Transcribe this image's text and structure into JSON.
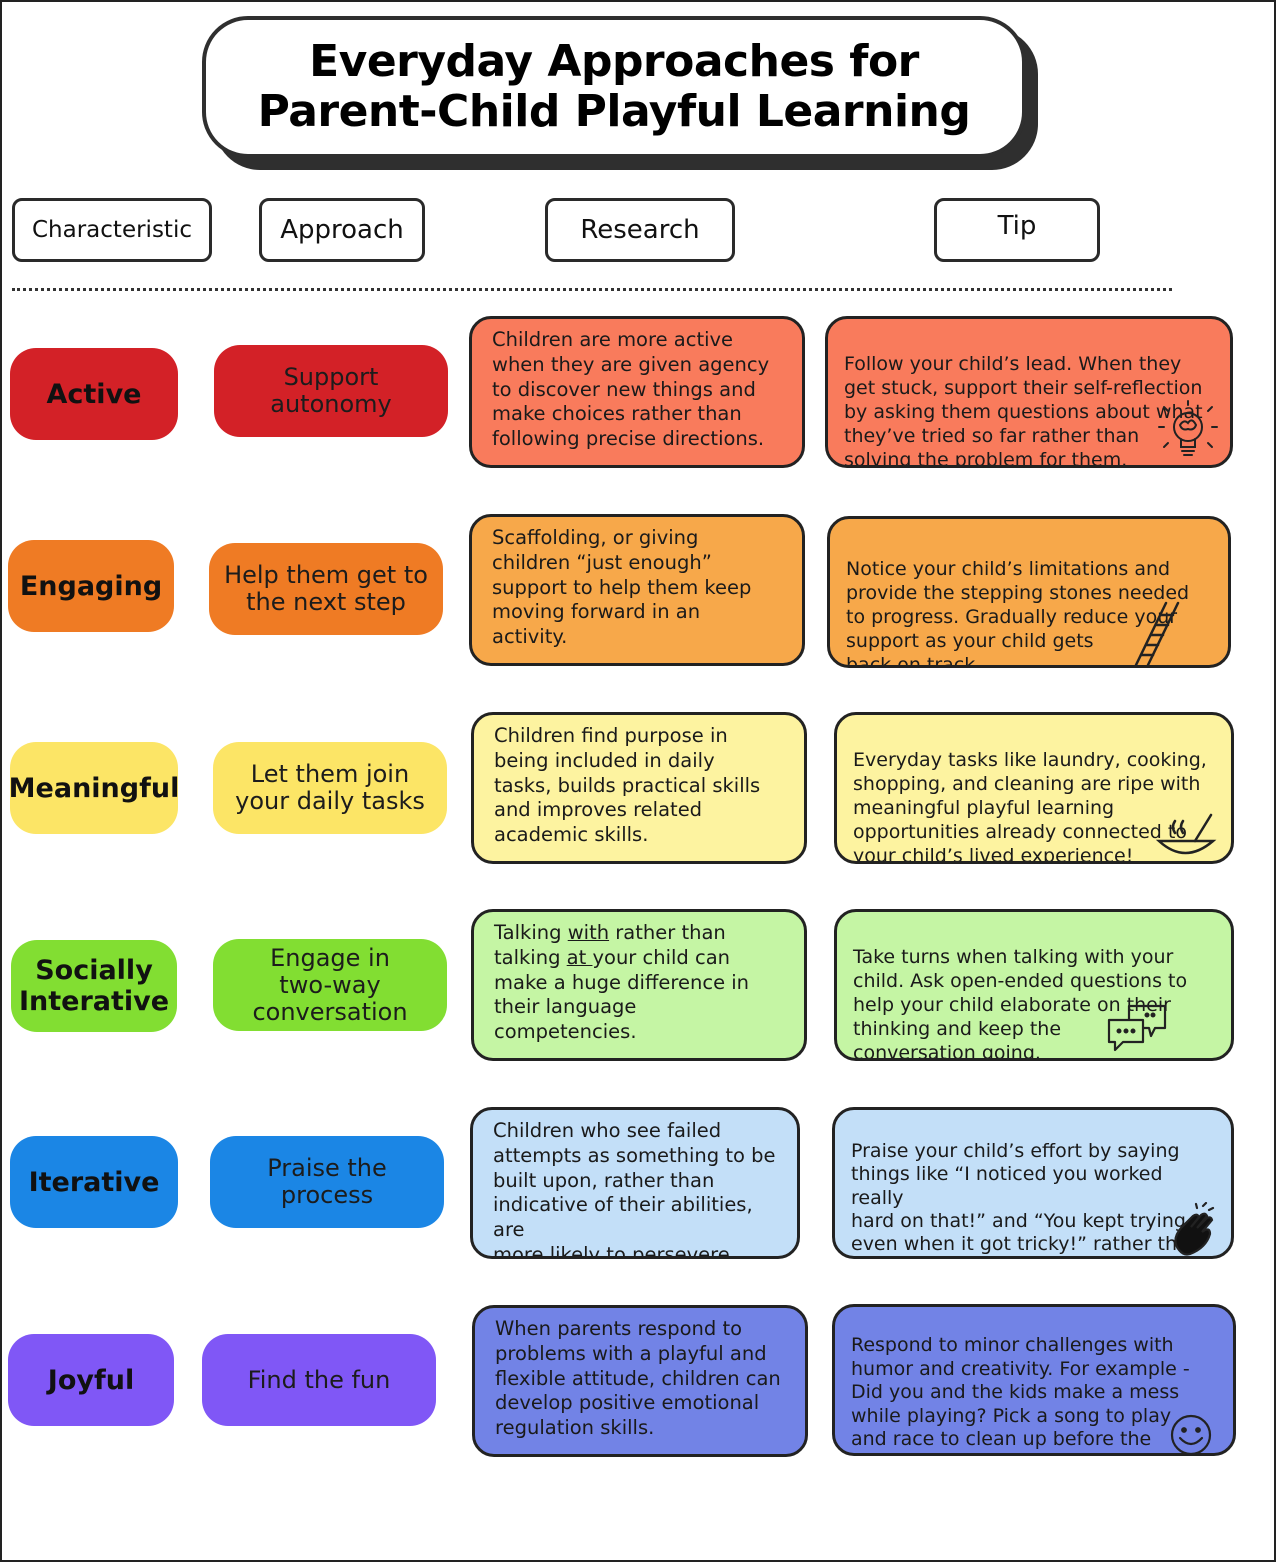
{
  "title": {
    "line1": "Everyday Approaches for",
    "line2": "Parent-Child Playful Learning"
  },
  "headers": {
    "characteristic": "Characteristic",
    "approach": "Approach",
    "research": "Research",
    "tip": "Tip"
  },
  "colors": {
    "active": "#d32127",
    "engaging": "#ef7b24",
    "meaningful": "#fce566",
    "socially_interactive": "#82de32",
    "iterative": "#1b86e5",
    "joyful": "#8057f6"
  },
  "rows": [
    {
      "characteristic": "Active",
      "approach": "Support\nautonomy",
      "research": "Children are more active\nwhen they are given agency\nto discover new things and\nmake choices rather than\nfollowing precise directions.",
      "tip": "Follow your child’s lead. When they\nget stuck, support their self-reflection\nby asking them questions about what\nthey’ve tried so far rather than\nsolving the problem for them.",
      "icon": "lightbulb-brain-icon"
    },
    {
      "characteristic": "Engaging",
      "approach": "Help them get to\nthe next step",
      "research": "Scaffolding, or giving\nchildren “just enough”\nsupport to help them keep\nmoving forward in an\nactivity.",
      "tip": "Notice your child’s limitations and\nprovide the stepping stones needed\nto progress. Gradually reduce your\nsupport as your child gets\nback on track.",
      "icon": "ladder-icon"
    },
    {
      "characteristic": "Meaningful",
      "approach": "Let them join\nyour daily tasks",
      "research": "Children find purpose in\nbeing included in daily\ntasks, builds practical skills\nand improves related\nacademic skills.",
      "tip": "Everyday tasks like laundry, cooking,\nshopping, and cleaning are ripe with\nmeaningful playful learning\nopportunities already connected to\nyour child’s lived experience!",
      "icon": "cooking-bowl-icon"
    },
    {
      "characteristic": "Socially\nInterative",
      "approach": "Engage in\ntwo-way\nconversation",
      "research_parts": [
        "Talking ",
        "with",
        " rather than\ntalking ",
        "at ",
        "your child can\nmake a huge difference in\ntheir language\ncompetencies."
      ],
      "tip": "Take turns when talking with your\nchild. Ask open-ended questions to\nhelp your child elaborate on their\nthinking and keep the\nconversation going.",
      "icon": "chat-bubbles-icon"
    },
    {
      "characteristic": "Iterative",
      "approach": "Praise the\nprocess",
      "research": "Children who see failed\nattempts as something to be\nbuilt upon, rather than\nindicative of their abilities, are\nmore likely to persevere.",
      "tip": "Praise your child’s effort by saying\nthings like “I noticed you worked really\nhard on that!” and “You kept trying,\neven when it got tricky!” rather than\nsaying “You’re so smart!”\n or “you’re really good at that!”",
      "icon": "clapping-hands-icon"
    },
    {
      "characteristic": "Joyful",
      "approach": "Find the fun",
      "research": "When parents respond to\nproblems with a playful and\nflexible attitude, children can\ndevelop positive emotional\nregulation skills.",
      "tip": "Respond to minor challenges with\nhumor and creativity. For example -\nDid you and the kids make a mess\nwhile playing? Pick a song to play\nand race to clean up before the\nend of the song.",
      "icon": "smiley-face-icon"
    }
  ]
}
